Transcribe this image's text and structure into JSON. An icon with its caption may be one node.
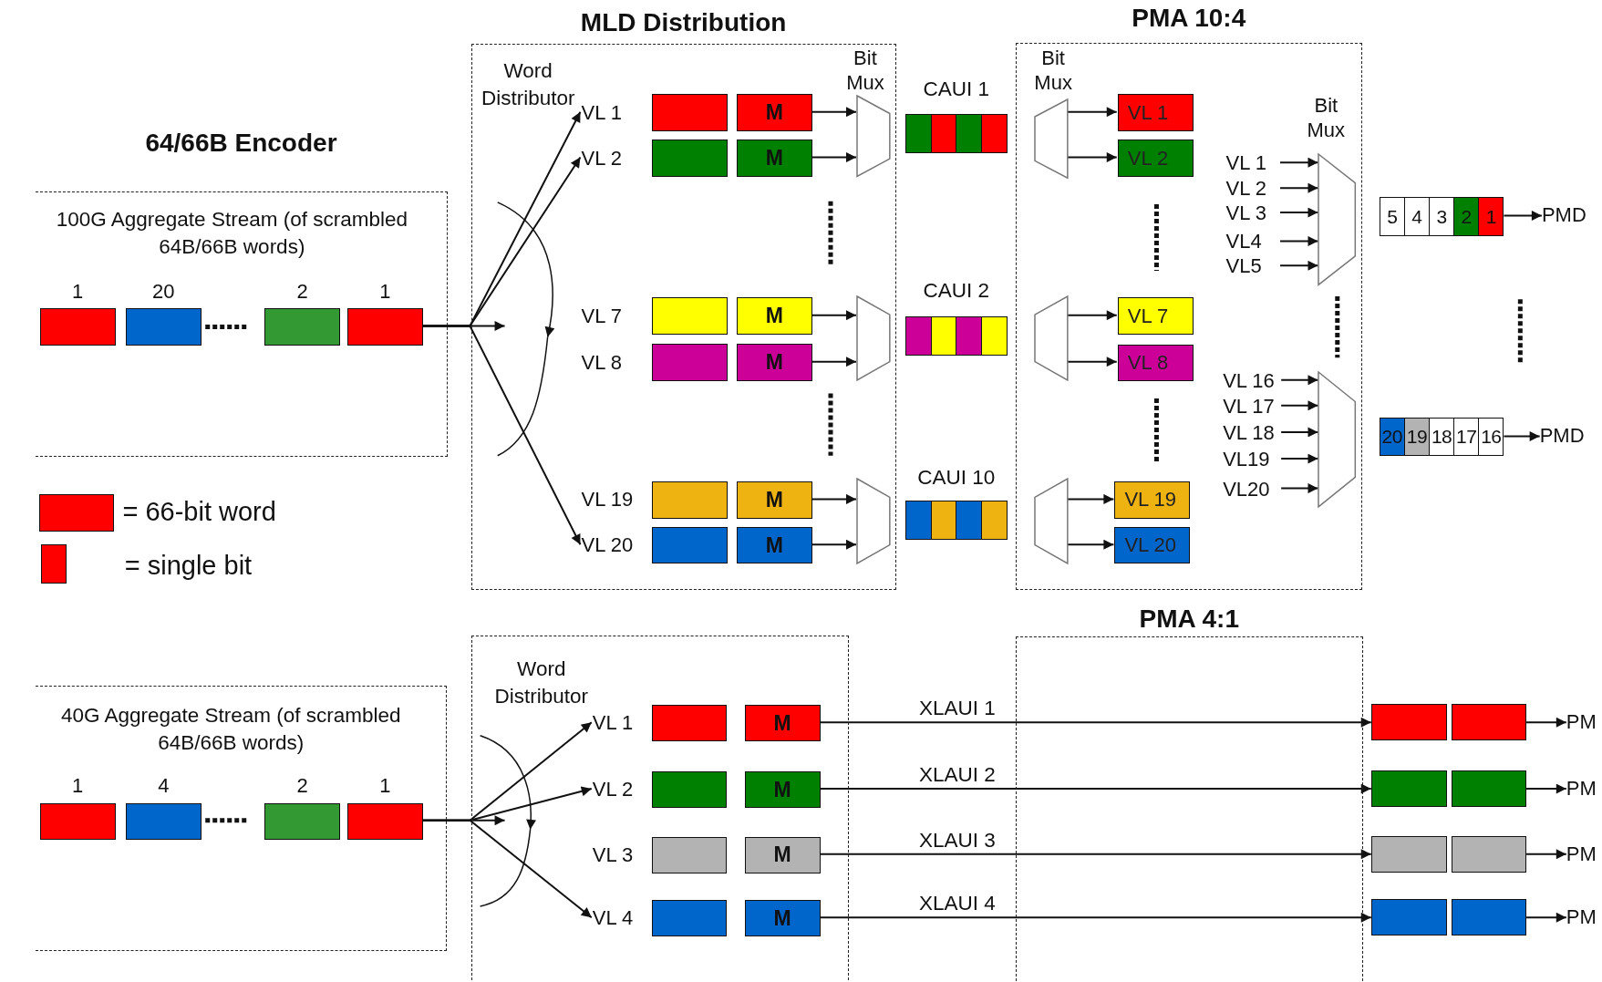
{
  "diagram": {
    "nodes": [
      {
        "text": [
          "64/66B Encoder",
          "100G Aggregate Stream (of scrambled  64B/66B words)"
        ]
      },
      {
        "text": [],
        "shape": "box",
        "in": 0,
        "beside": [
          "1"
        ]
      },
      {
        "text": [],
        "shape": "box",
        "in": 0,
        "beside": [
          "20"
        ]
      },
      {
        "text": [],
        "shape": "box",
        "in": 0,
        "beside": [
          "2"
        ]
      },
      {
        "text": [],
        "shape": "box",
        "in": 0,
        "beside": [
          "1"
        ]
      },
      {
        "text": [
          "MLD Distribution",
          "Word Distributor"
        ]
      },
      {
        "text": [
          "VL 1"
        ],
        "in": 5
      },
      {
        "text": [
          "VL 2"
        ],
        "in": 5
      },
      {
        "text": [
          "VL 7"
        ],
        "in": 5
      },
      {
        "text": [
          "VL 8"
        ],
        "in": 5
      },
      {
        "text": [
          "VL 19"
        ],
        "in": 5
      },
      {
        "text": [
          "VL 20"
        ],
        "in": 5
      },
      {
        "text": [],
        "shape": "box",
        "in": 5
      },
      {
        "text": [],
        "shape": "box",
        "in": 5
      },
      {
        "text": [],
        "shape": "box",
        "in": 5
      },
      {
        "text": [],
        "shape": "box",
        "in": 5
      },
      {
        "text": [],
        "shape": "box",
        "in": 5
      },
      {
        "text": [],
        "shape": "box",
        "in": 5
      },
      {
        "text": [
          "M"
        ],
        "in": 5
      },
      {
        "text": [
          "M"
        ],
        "in": 5
      },
      {
        "text": [
          "M"
        ],
        "in": 5
      },
      {
        "text": [
          "M"
        ],
        "in": 5
      },
      {
        "text": [
          "M"
        ],
        "in": 5
      },
      {
        "text": [
          "M"
        ],
        "in": 5
      },
      {
        "text": [],
        "shape": "trapezoid",
        "in": 5,
        "beside": [
          "Bit Mux"
        ]
      },
      {
        "text": [],
        "shape": "trapezoid",
        "in": 5
      },
      {
        "text": [],
        "shape": "trapezoid",
        "in": 5
      },
      {
        "text": [
          "CAUI 1"
        ]
      },
      {
        "text": [
          "CAUI 2"
        ]
      },
      {
        "text": [
          "CAUI 10"
        ]
      },
      {
        "text": [
          "PMA 10:4"
        ]
      },
      {
        "text": [],
        "shape": "trapezoid",
        "in": 30,
        "beside": [
          "Bit Mux"
        ]
      },
      {
        "text": [],
        "shape": "trapezoid",
        "in": 30
      },
      {
        "text": [],
        "shape": "trapezoid",
        "in": 30
      },
      {
        "text": [
          "VL 1"
        ],
        "in": 30
      },
      {
        "text": [
          "VL 2"
        ],
        "in": 30
      },
      {
        "text": [
          "VL 7"
        ],
        "in": 30
      },
      {
        "text": [
          "VL 8"
        ],
        "in": 30
      },
      {
        "text": [
          "VL 19"
        ],
        "in": 30
      },
      {
        "text": [
          "VL 20"
        ],
        "in": 30
      },
      {
        "text": [],
        "shape": "trapezoid",
        "in": 30,
        "beside": [
          "Bit Mux"
        ]
      },
      {
        "text": [],
        "shape": "trapezoid",
        "in": 30
      },
      {
        "text": [
          "VL 1"
        ],
        "in": 30
      },
      {
        "text": [
          "VL 2"
        ],
        "in": 30
      },
      {
        "text": [
          "VL 3"
        ],
        "in": 30
      },
      {
        "text": [
          "VL4"
        ],
        "in": 30
      },
      {
        "text": [
          "VL5"
        ],
        "in": 30
      },
      {
        "text": [
          "VL 16"
        ],
        "in": 30
      },
      {
        "text": [
          "VL 17"
        ],
        "in": 30
      },
      {
        "text": [
          "VL 18"
        ],
        "in": 30
      },
      {
        "text": [
          "VL19"
        ],
        "in": 30
      },
      {
        "text": [
          "VL20"
        ],
        "in": 30
      },
      {
        "text": [
          "5",
          "4",
          "3",
          "2",
          "1"
        ]
      },
      {
        "text": [
          "PMD"
        ]
      },
      {
        "text": [
          "20",
          "19",
          "18",
          "17",
          "16"
        ]
      },
      {
        "text": [
          "PMD"
        ]
      },
      {
        "text": [
          "40G Aggregate Stream (of scrambled 64B/66B words)"
        ]
      },
      {
        "text": [],
        "shape": "box",
        "in": 56,
        "beside": [
          "1"
        ]
      },
      {
        "text": [],
        "shape": "box",
        "in": 56,
        "beside": [
          "4"
        ]
      },
      {
        "text": [],
        "shape": "box",
        "in": 56,
        "beside": [
          "2"
        ]
      },
      {
        "text": [],
        "shape": "box",
        "in": 56,
        "beside": [
          "1"
        ]
      },
      {
        "text": [
          "Word Distributor"
        ]
      },
      {
        "text": [
          "VL 1"
        ],
        "in": 61
      },
      {
        "text": [
          "VL 2"
        ],
        "in": 61
      },
      {
        "text": [
          "VL 3"
        ],
        "in": 61
      },
      {
        "text": [
          "VL 4"
        ],
        "in": 61
      },
      {
        "text": [],
        "shape": "box",
        "in": 61
      },
      {
        "text": [],
        "shape": "box",
        "in": 61
      },
      {
        "text": [],
        "shape": "box",
        "in": 61
      },
      {
        "text": [],
        "shape": "box",
        "in": 61
      },
      {
        "text": [
          "M"
        ],
        "in": 61
      },
      {
        "text": [
          "M"
        ],
        "in": 61
      },
      {
        "text": [
          "M"
        ],
        "in": 61
      },
      {
        "text": [
          "M"
        ],
        "in": 61
      },
      {
        "text": [],
        "shape": "box"
      },
      {
        "text": [],
        "shape": "box"
      },
      {
        "text": [],
        "shape": "box"
      },
      {
        "text": [],
        "shape": "box"
      },
      {
        "text": [],
        "shape": "box"
      },
      {
        "text": [],
        "shape": "box"
      },
      {
        "text": [],
        "shape": "box"
      },
      {
        "text": [],
        "shape": "box"
      },
      {
        "text": [
          "PM"
        ]
      },
      {
        "text": [
          "PM"
        ]
      },
      {
        "text": [
          "PM"
        ]
      },
      {
        "text": [
          "PM"
        ]
      }
    ],
    "edges": [
      {
        "from": 4,
        "to": 6,
        "arrow": "to"
      },
      {
        "from": 4,
        "to": 7,
        "arrow": "to"
      },
      {
        "from": 4,
        "to": 11,
        "arrow": "to"
      },
      {
        "from": 18,
        "to": 24,
        "arrow": "to"
      },
      {
        "from": 19,
        "to": 24,
        "arrow": "to"
      },
      {
        "from": 20,
        "to": 25,
        "arrow": "to"
      },
      {
        "from": 21,
        "to": 25,
        "arrow": "to"
      },
      {
        "from": 22,
        "to": 26,
        "arrow": "to"
      },
      {
        "from": 23,
        "to": 26,
        "arrow": "to"
      },
      {
        "from": 31,
        "to": 34,
        "arrow": "to"
      },
      {
        "from": 31,
        "to": 35,
        "arrow": "to"
      },
      {
        "from": 32,
        "to": 36,
        "arrow": "to"
      },
      {
        "from": 32,
        "to": 37,
        "arrow": "to"
      },
      {
        "from": 33,
        "to": 38,
        "arrow": "to"
      },
      {
        "from": 33,
        "to": 39,
        "arrow": "to"
      },
      {
        "from": 42,
        "to": 40,
        "arrow": "to"
      },
      {
        "from": 43,
        "to": 40,
        "arrow": "to"
      },
      {
        "from": 44,
        "to": 40,
        "arrow": "to"
      },
      {
        "from": 45,
        "to": 40,
        "arrow": "to"
      },
      {
        "from": 46,
        "to": 40,
        "arrow": "to"
      },
      {
        "from": 47,
        "to": 41,
        "arrow": "to"
      },
      {
        "from": 48,
        "to": 41,
        "arrow": "to"
      },
      {
        "from": 49,
        "to": 41,
        "arrow": "to"
      },
      {
        "from": 50,
        "to": 41,
        "arrow": "to"
      },
      {
        "from": 51,
        "to": 41,
        "arrow": "to"
      },
      {
        "from": 52,
        "to": 53,
        "arrow": "to"
      },
      {
        "from": 54,
        "to": 55,
        "arrow": "to"
      },
      {
        "from": 60,
        "to": 62,
        "arrow": "to"
      },
      {
        "from": 60,
        "to": 63,
        "arrow": "to"
      },
      {
        "from": 60,
        "to": 65,
        "arrow": "to"
      },
      {
        "from": 70,
        "to": 74,
        "arrow": "to",
        "label": "XLAUI 1"
      },
      {
        "from": 71,
        "to": 76,
        "arrow": "to",
        "label": "XLAUI 2"
      },
      {
        "from": 72,
        "to": 78,
        "arrow": "to",
        "label": "XLAUI 3"
      },
      {
        "from": 73,
        "to": 80,
        "arrow": "to",
        "label": "XLAUI 4"
      },
      {
        "from": 75,
        "to": 82,
        "arrow": "to"
      },
      {
        "from": 77,
        "to": 83,
        "arrow": "to"
      },
      {
        "from": 79,
        "to": 84,
        "arrow": "to"
      },
      {
        "from": 81,
        "to": 85,
        "arrow": "to"
      },
      {
        "from": 4,
        "to": 5,
        "arrow": "to"
      },
      {
        "from": 60,
        "to": 61,
        "arrow": "to"
      }
    ],
    "labels": [
      "PMA 4:1"
    ],
    "legend": [
      {
        "text": "= 66-bit word",
        "color": "#ff0000"
      },
      {
        "text": "= single bit",
        "color": "#ff0000"
      }
    ]
  }
}
